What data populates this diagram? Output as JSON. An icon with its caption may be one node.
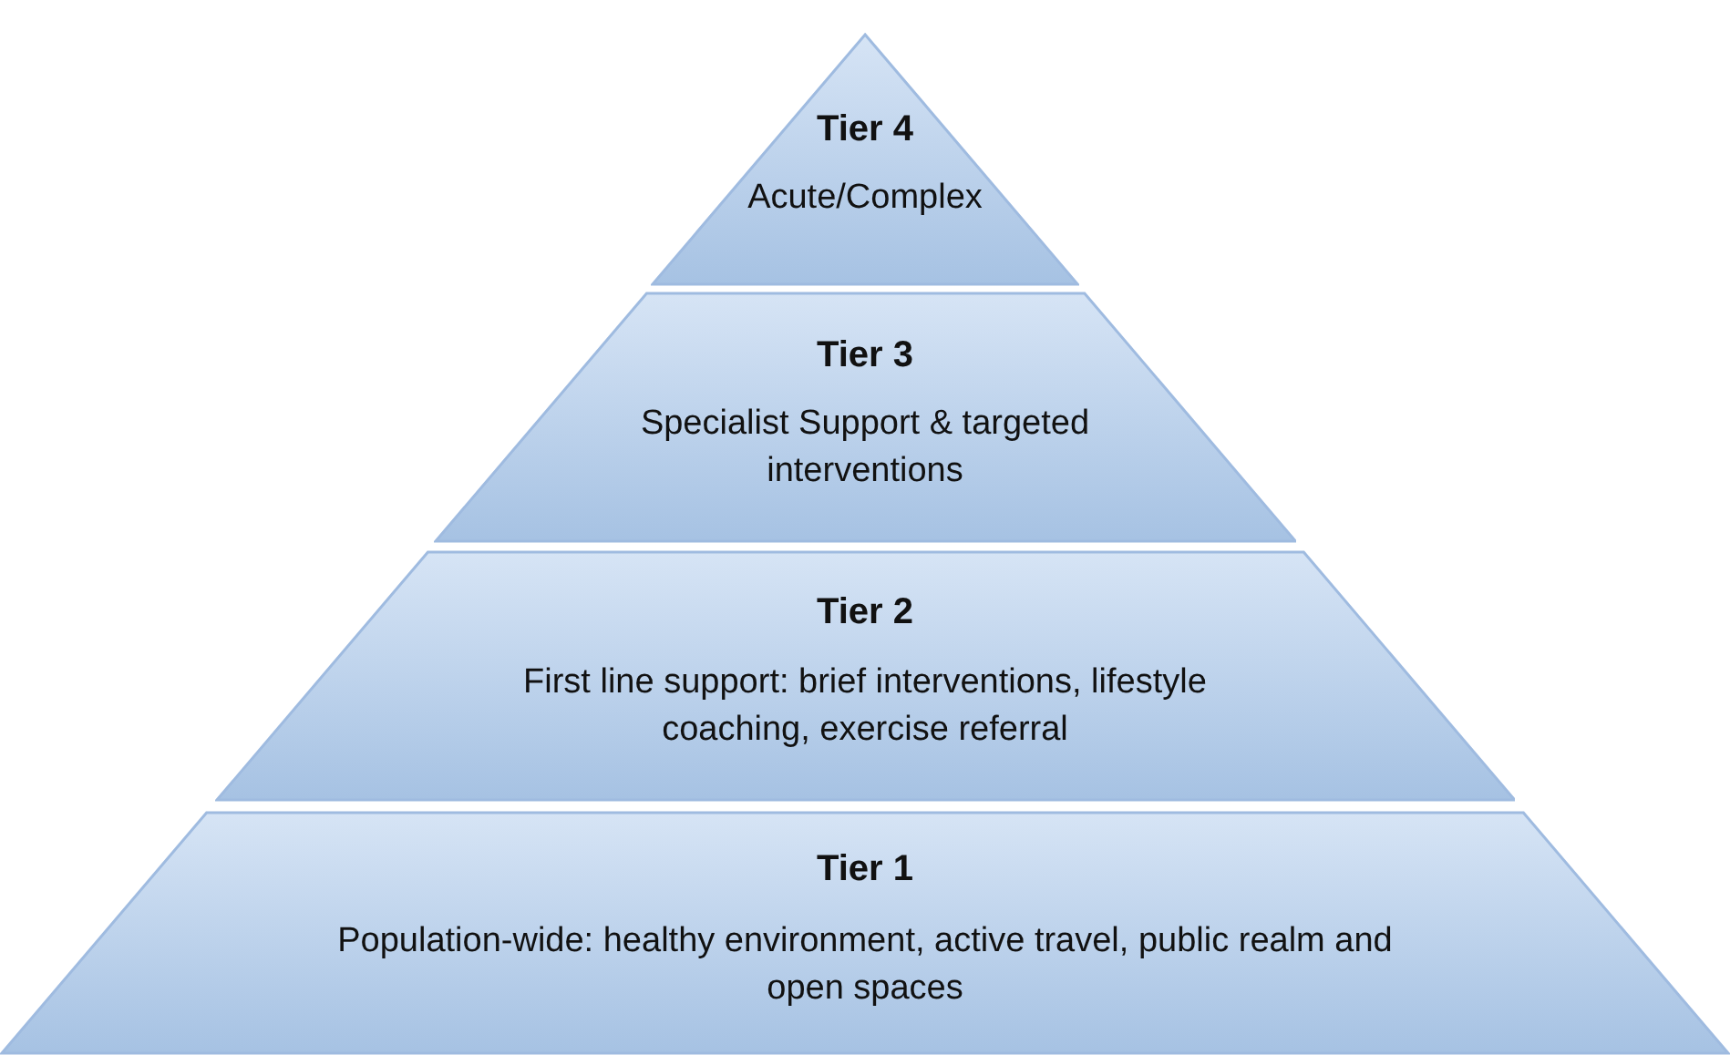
{
  "diagram": {
    "nodes": [
      {
        "text": [
          "Tier 4",
          "Acute/Complex"
        ]
      },
      {
        "text": [
          "Tier 3",
          "Specialist Support & targeted interventions"
        ]
      },
      {
        "text": [
          "Tier 2",
          "First line support: brief interventions, lifestyle coaching, exercise referral"
        ]
      },
      {
        "text": [
          "Tier 1",
          "Population-wide: healthy environment, active travel, public realm and open spaces"
        ]
      }
    ]
  }
}
